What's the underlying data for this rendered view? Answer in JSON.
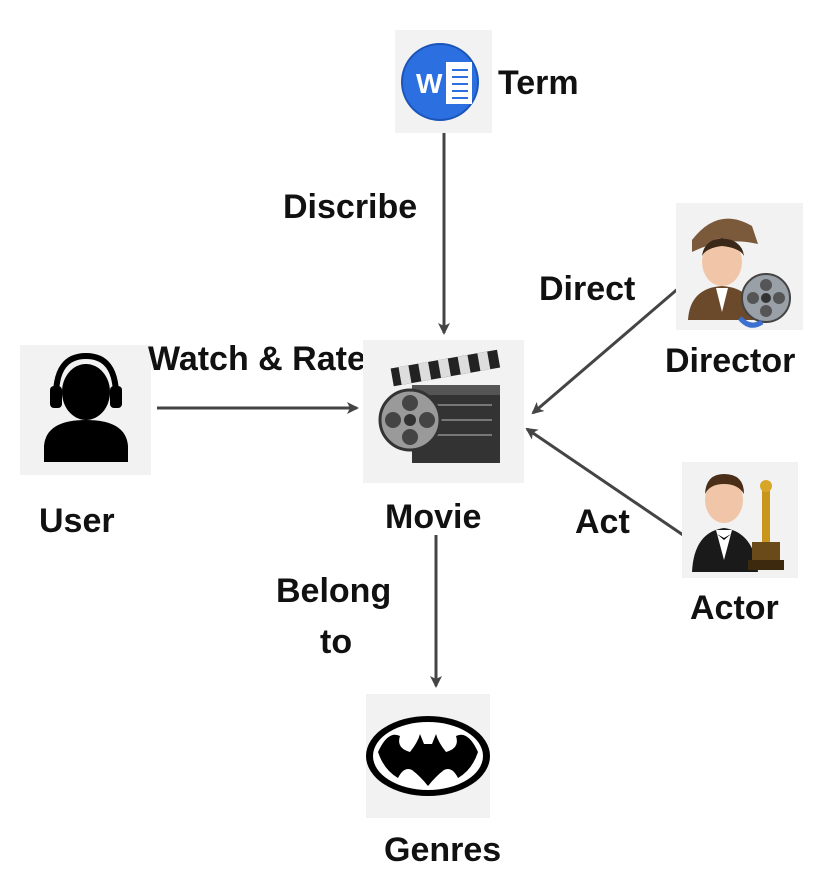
{
  "nodes": {
    "term": "Term",
    "director": "Director",
    "user": "User",
    "movie": "Movie",
    "actor": "Actor",
    "genres": "Genres"
  },
  "edges": {
    "describe": "Discribe",
    "direct": "Direct",
    "watch_rate": "Watch & Rate",
    "act": "Act",
    "belong_line1": "Belong",
    "belong_line2": "to"
  },
  "icons": {
    "term": "word-document-icon",
    "director": "director-film-reel-icon",
    "user": "user-headphones-icon",
    "movie": "clapperboard-film-reel-icon",
    "actor": "actor-oscar-icon",
    "genres": "batman-logo-icon"
  },
  "colors": {
    "arrow": "#444444",
    "word_blue": "#2b6fe0",
    "text": "#111111"
  }
}
